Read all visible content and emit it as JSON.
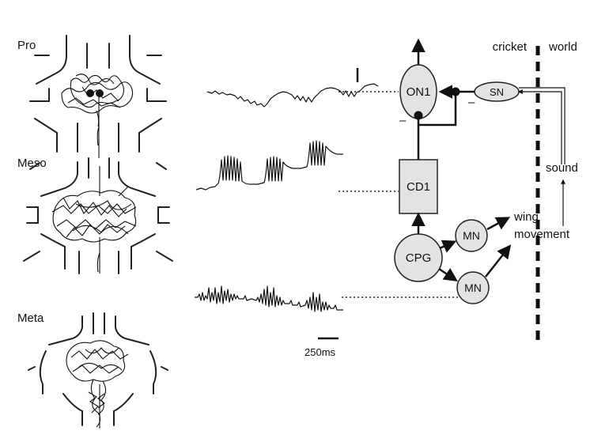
{
  "ganglia": {
    "pro": "Pro",
    "meso": "Meso",
    "meta": "Meta"
  },
  "scale_bar": {
    "label": "250ms"
  },
  "circuit": {
    "on1": "ON1",
    "sn": "SN",
    "cd1": "CD1",
    "cpg": "CPG",
    "mn_upper": "MN",
    "mn_lower": "MN",
    "inhibit_top": "–",
    "inhibit_left": "–"
  },
  "environment": {
    "cricket": "cricket",
    "world": "world",
    "sound": "sound",
    "wing": "wing",
    "movement": "movement"
  },
  "colors": {
    "node_fill": "#e3e3e3",
    "ink": "#111111"
  }
}
